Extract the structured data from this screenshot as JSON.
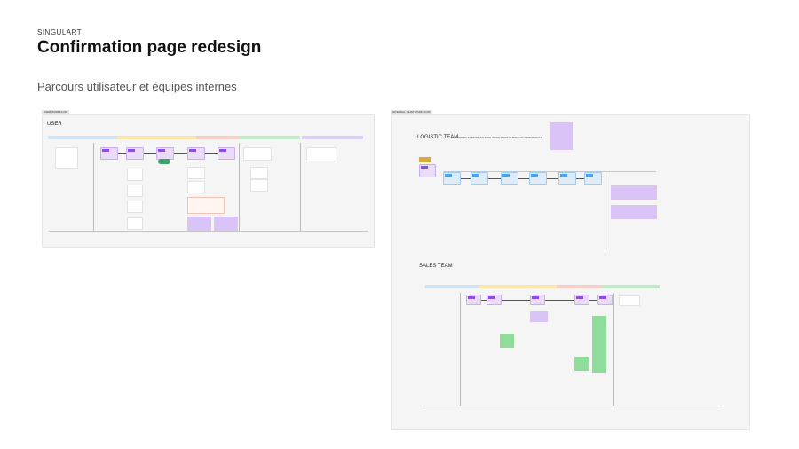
{
  "header": {
    "brand": "SINGULART",
    "title": "Confirmation page redesign",
    "subtitle": "Parcours utilisateur et équipes internes"
  },
  "user_board": {
    "label": "USER WORKFLOW",
    "title": "USER"
  },
  "internal_board": {
    "label": "INTERNAL TEAM WORKFLOW",
    "logistic_title": "LOGISTIC TEAM",
    "logistic_question": "LOGISTIC ACTIONS TO TAKE WHEN USER IS BOUGHT A PRODUCT ?",
    "sales_title": "SALES TEAM"
  },
  "colors": {
    "phase_blue": "#cfe3f7",
    "phase_yellow": "#fbe6a6",
    "phase_pink": "#f7cfc6",
    "phase_green": "#bfeac6",
    "phase_purple": "#dccdf6",
    "card": "#eadcf9",
    "tag_purple": "#8b4de8",
    "tag_blue": "#4aa3f0"
  }
}
